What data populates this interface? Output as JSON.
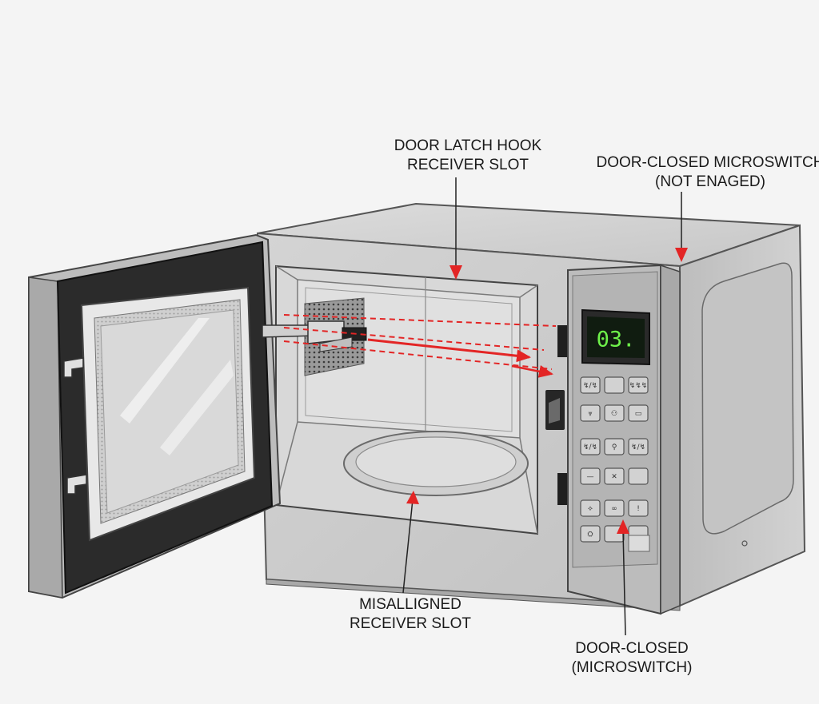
{
  "labels": {
    "latch_hook": [
      "DOOR LATCH HOOK",
      "RECEIVER SLOT"
    ],
    "microswitch_top": [
      "DOOR-CLOSED MICROSWITCH",
      "(NOT ENAGED)"
    ],
    "misaligned": [
      "MISALLIGNED",
      "RECEIVER SLOT"
    ],
    "microswitch_bottom": [
      "DOOR-CLOSED",
      "(MICROSWITCH)"
    ]
  },
  "display": {
    "value": "03."
  },
  "keypad": [
    [
      "↯/↯",
      "",
      "↯↯↯"
    ],
    [
      "⩔",
      "⚇",
      "▭"
    ],
    [
      "↯/↯",
      "⚲",
      "↯/↯"
    ],
    [
      "—",
      "✕",
      ""
    ],
    [
      "⟡",
      "∞",
      "!"
    ],
    [
      "⛭",
      "",
      ""
    ]
  ],
  "colors": {
    "arrow_red": "#e32525",
    "body_gray": "#c9c9c9",
    "cavity_gray": "#d6d6d6",
    "door_dark": "#2e2e2e",
    "display_green": "#6ef04a"
  }
}
